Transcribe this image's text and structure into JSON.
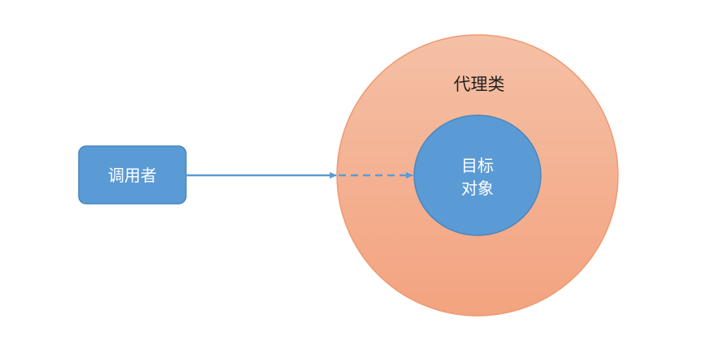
{
  "diagram": {
    "caller": {
      "label": "调用者"
    },
    "proxy": {
      "label": "代理类"
    },
    "target": {
      "line1": "目标",
      "line2": "对象"
    }
  },
  "colors": {
    "box_fill": "#5b9bd5",
    "box_stroke": "#4a86bd",
    "proxy_fill_top": "#f4bea3",
    "proxy_fill_bottom": "#f3a17d",
    "proxy_stroke": "#f0996f",
    "target_fill": "#5b9bd5",
    "arrow": "#5b9bd5"
  }
}
